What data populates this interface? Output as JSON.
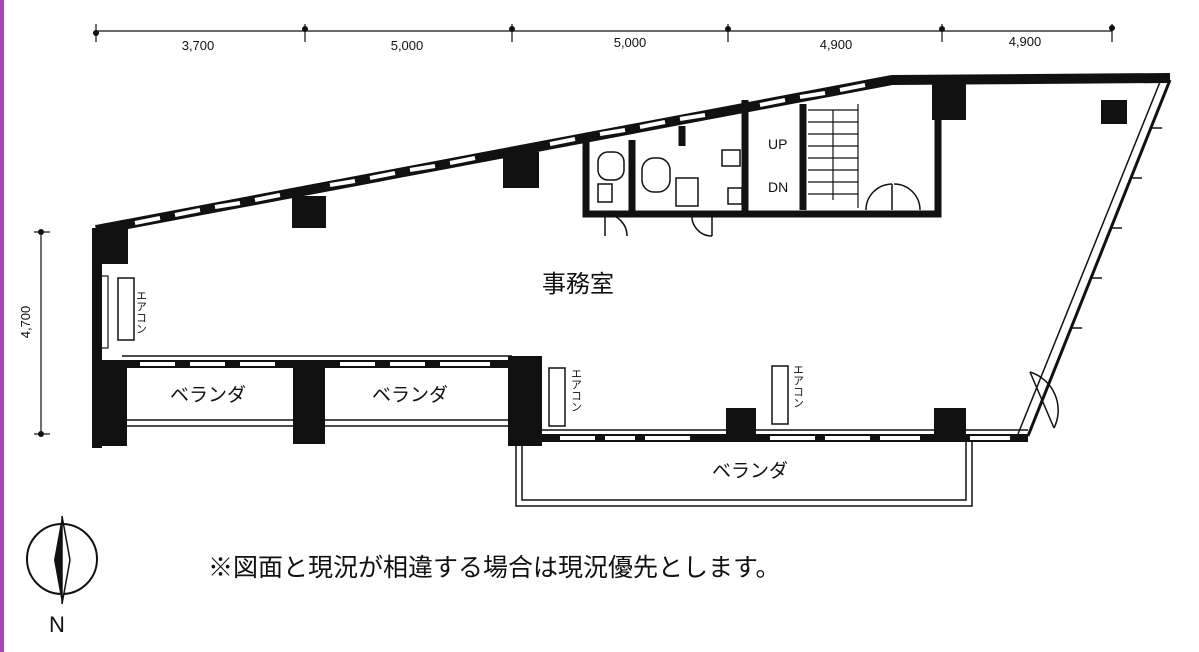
{
  "dimensions": {
    "top": [
      "3,700",
      "5,000",
      "5,000",
      "4,900",
      "4,900"
    ],
    "left": "4,700"
  },
  "rooms": {
    "office": "事務室",
    "veranda_1": "ベランダ",
    "veranda_2": "ベランダ",
    "veranda_3": "ベランダ"
  },
  "aircon": {
    "left": "エアコン",
    "center": "エアコン",
    "right": "エアコン"
  },
  "stairs": {
    "up": "UP",
    "down": "DN"
  },
  "compass": {
    "label": "N"
  },
  "note": "※図面と現況が相違する場合は現況優先とします。",
  "colors": {
    "ink": "#111111",
    "paper": "#ffffff",
    "edge": "#b040b8"
  }
}
